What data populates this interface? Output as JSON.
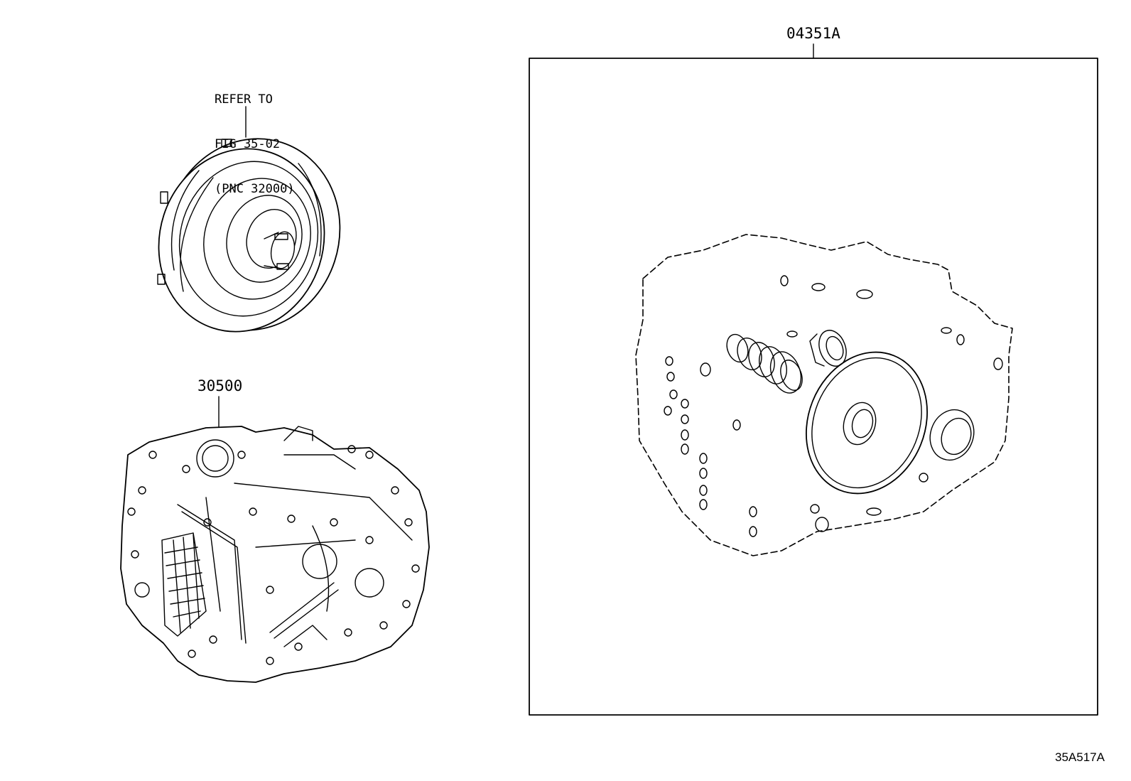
{
  "callouts": {
    "converter_note": [
      "REFER TO",
      "FIG 35-02",
      "(PNC 32000)"
    ],
    "transaxle": "30500",
    "gasket_kit": "04351A"
  },
  "figure_id": "35A517A"
}
